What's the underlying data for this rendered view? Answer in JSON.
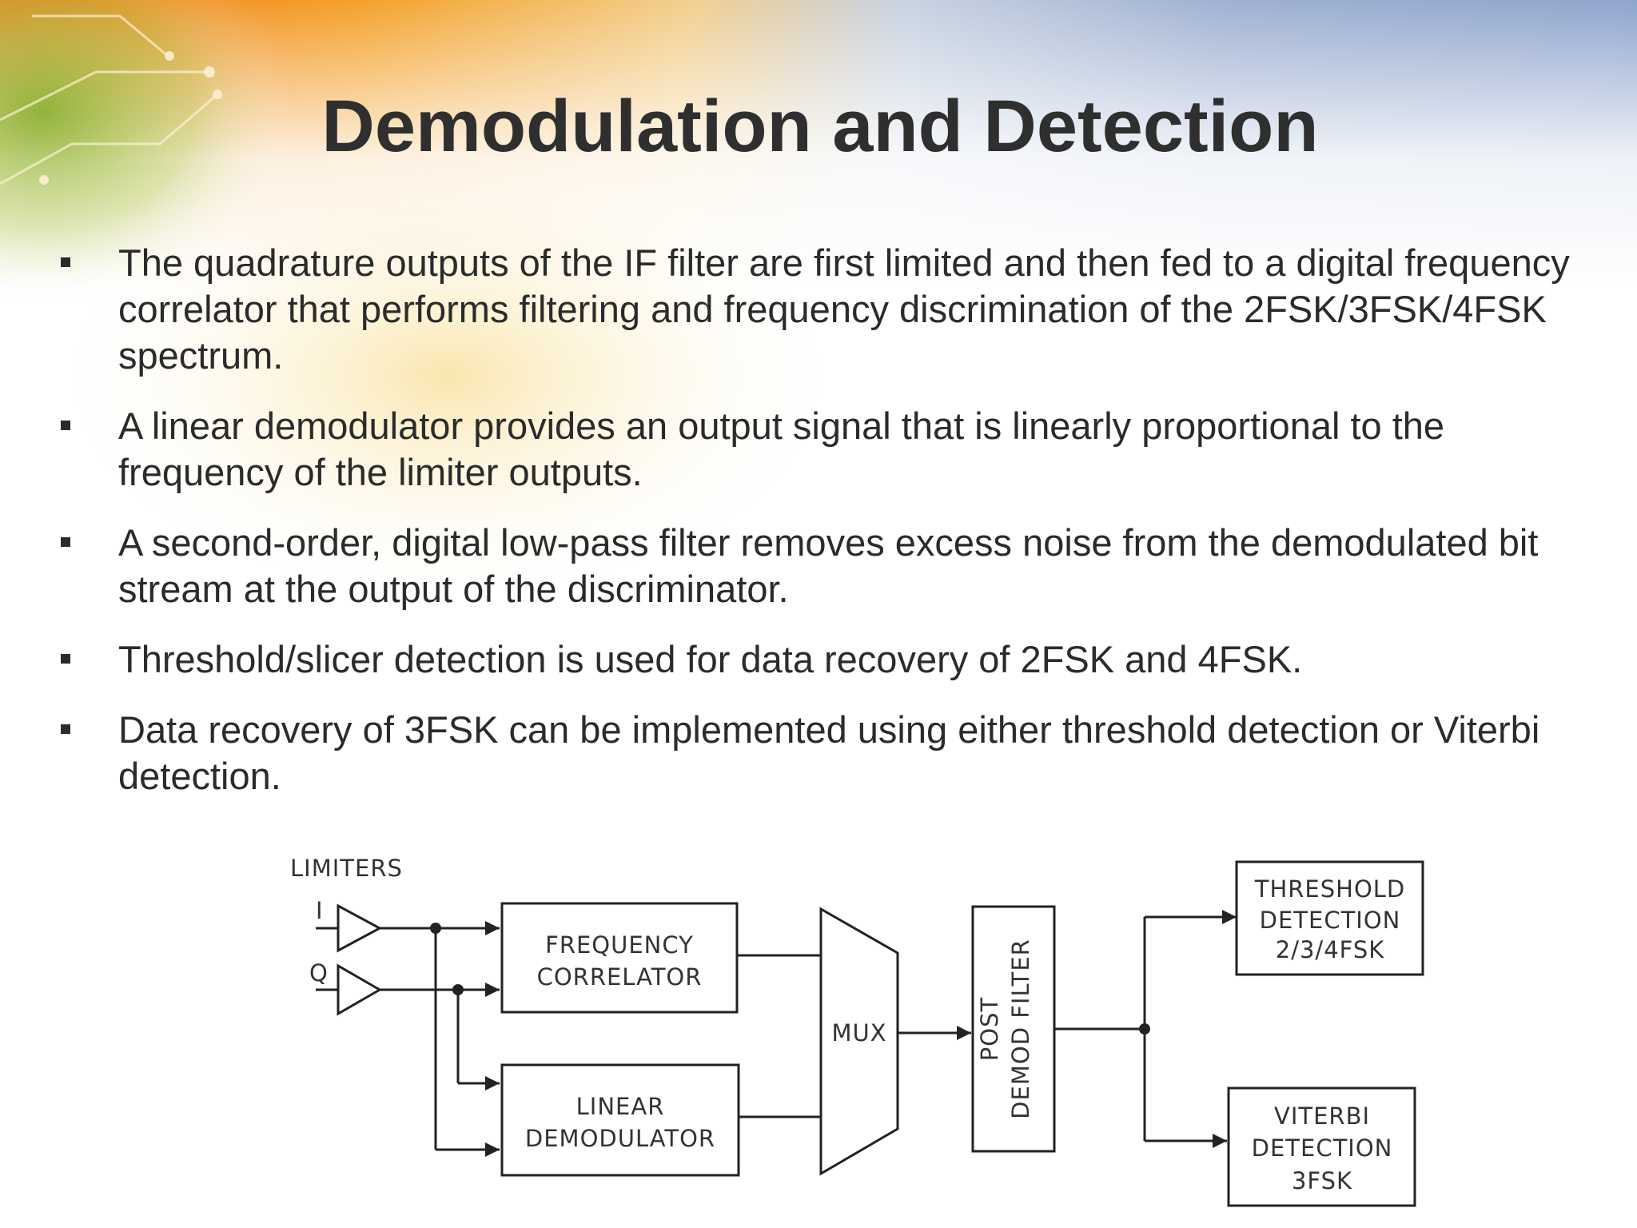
{
  "slide": {
    "title": "Demodulation and Detection",
    "bullets": [
      "The quadrature outputs of the IF filter are first limited and then fed to a digital frequency correlator that performs filtering and frequency discrimination of the 2FSK/3FSK/4FSK spectrum.",
      "A linear demodulator provides an output signal that is linearly proportional to the frequency of the limiter outputs.",
      "A second-order, digital low-pass filter removes excess noise from the demodulated bit stream at the output of the discriminator.",
      "Threshold/slicer detection is used for data recovery of 2FSK and 4FSK.",
      "Data recovery of 3FSK can be implemented using either threshold detection or Viterbi detection."
    ]
  },
  "diagram": {
    "limiters_label": "LIMITERS",
    "input_i": "I",
    "input_q": "Q",
    "freq_correlator": [
      "FREQUENCY",
      "CORRELATOR"
    ],
    "linear_demod": [
      "LINEAR",
      "DEMODULATOR"
    ],
    "mux": "MUX",
    "post_filter": [
      "POST",
      "DEMOD FILTER"
    ],
    "threshold": [
      "THRESHOLD",
      "DETECTION",
      "2/3/4FSK"
    ],
    "viterbi": [
      "VITERBI",
      "DETECTION",
      "3FSK"
    ]
  }
}
